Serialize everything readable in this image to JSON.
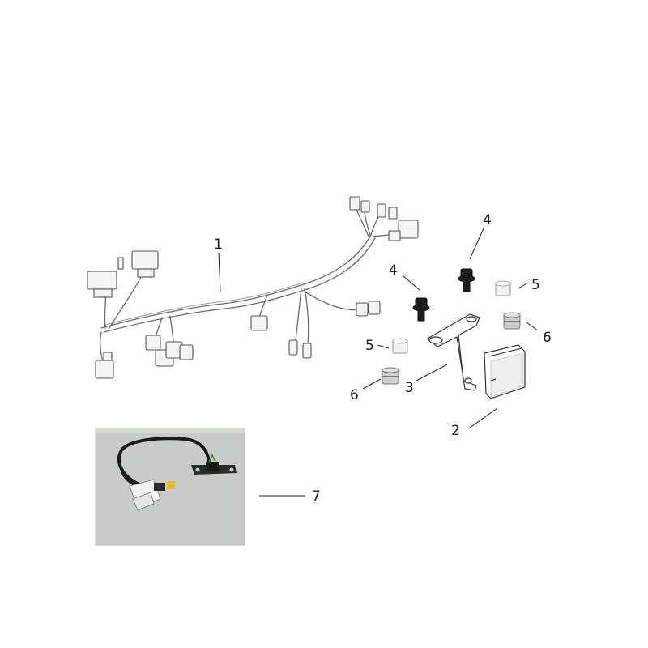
{
  "callouts": {
    "c1": "1",
    "c2": "2",
    "c3": "3",
    "c4a": "4",
    "c4b": "4",
    "c5a": "5",
    "c5b": "5",
    "c6a": "6",
    "c6b": "6",
    "c7": "7"
  },
  "colors": {
    "photo_background": "#c9cbc6",
    "line": "#222222",
    "wire": "#6a6a6a"
  },
  "parts": [
    "wiring-harness",
    "ecu-cover",
    "ecu-bracket",
    "flange-bolt",
    "collar",
    "rubber-grommet",
    "sensor-sub-harness"
  ]
}
